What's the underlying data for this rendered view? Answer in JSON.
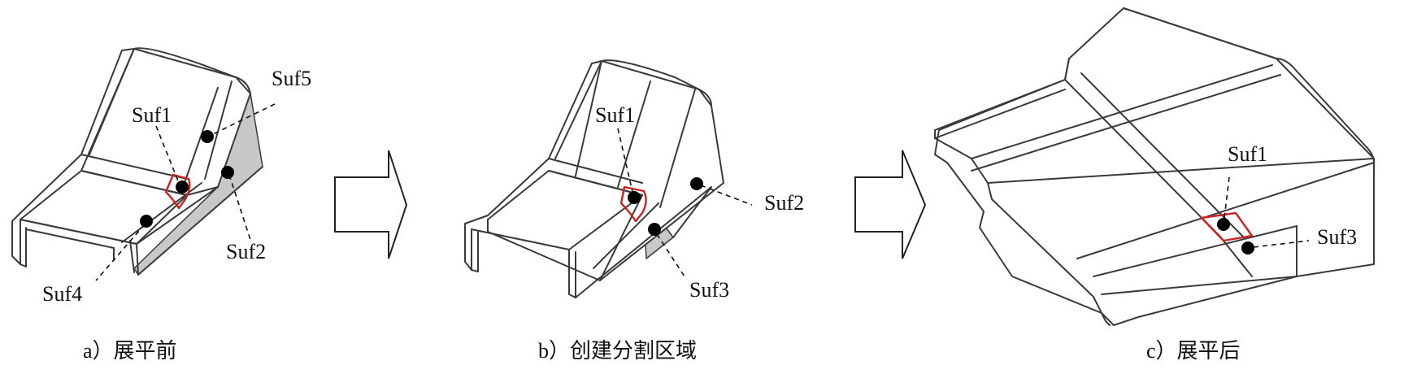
{
  "colors": {
    "highlight_red": "#cc2222",
    "shaded_face": "#c8c8c8",
    "outline": "#3a3a3a"
  },
  "panel_a": {
    "labels": {
      "suf1": "Suf1",
      "suf2": "Suf2",
      "suf4": "Suf4",
      "suf5": "Suf5"
    },
    "caption": "a）展平前"
  },
  "panel_b": {
    "labels": {
      "suf1": "Suf1",
      "suf2": "Suf2",
      "suf3": "Suf3"
    },
    "caption": "b）创建分割区域"
  },
  "panel_c": {
    "labels": {
      "suf1": "Suf1",
      "suf3": "Suf3"
    },
    "caption": "c）展平后"
  },
  "arrows": [
    "arrow-right-icon",
    "arrow-right-icon"
  ]
}
